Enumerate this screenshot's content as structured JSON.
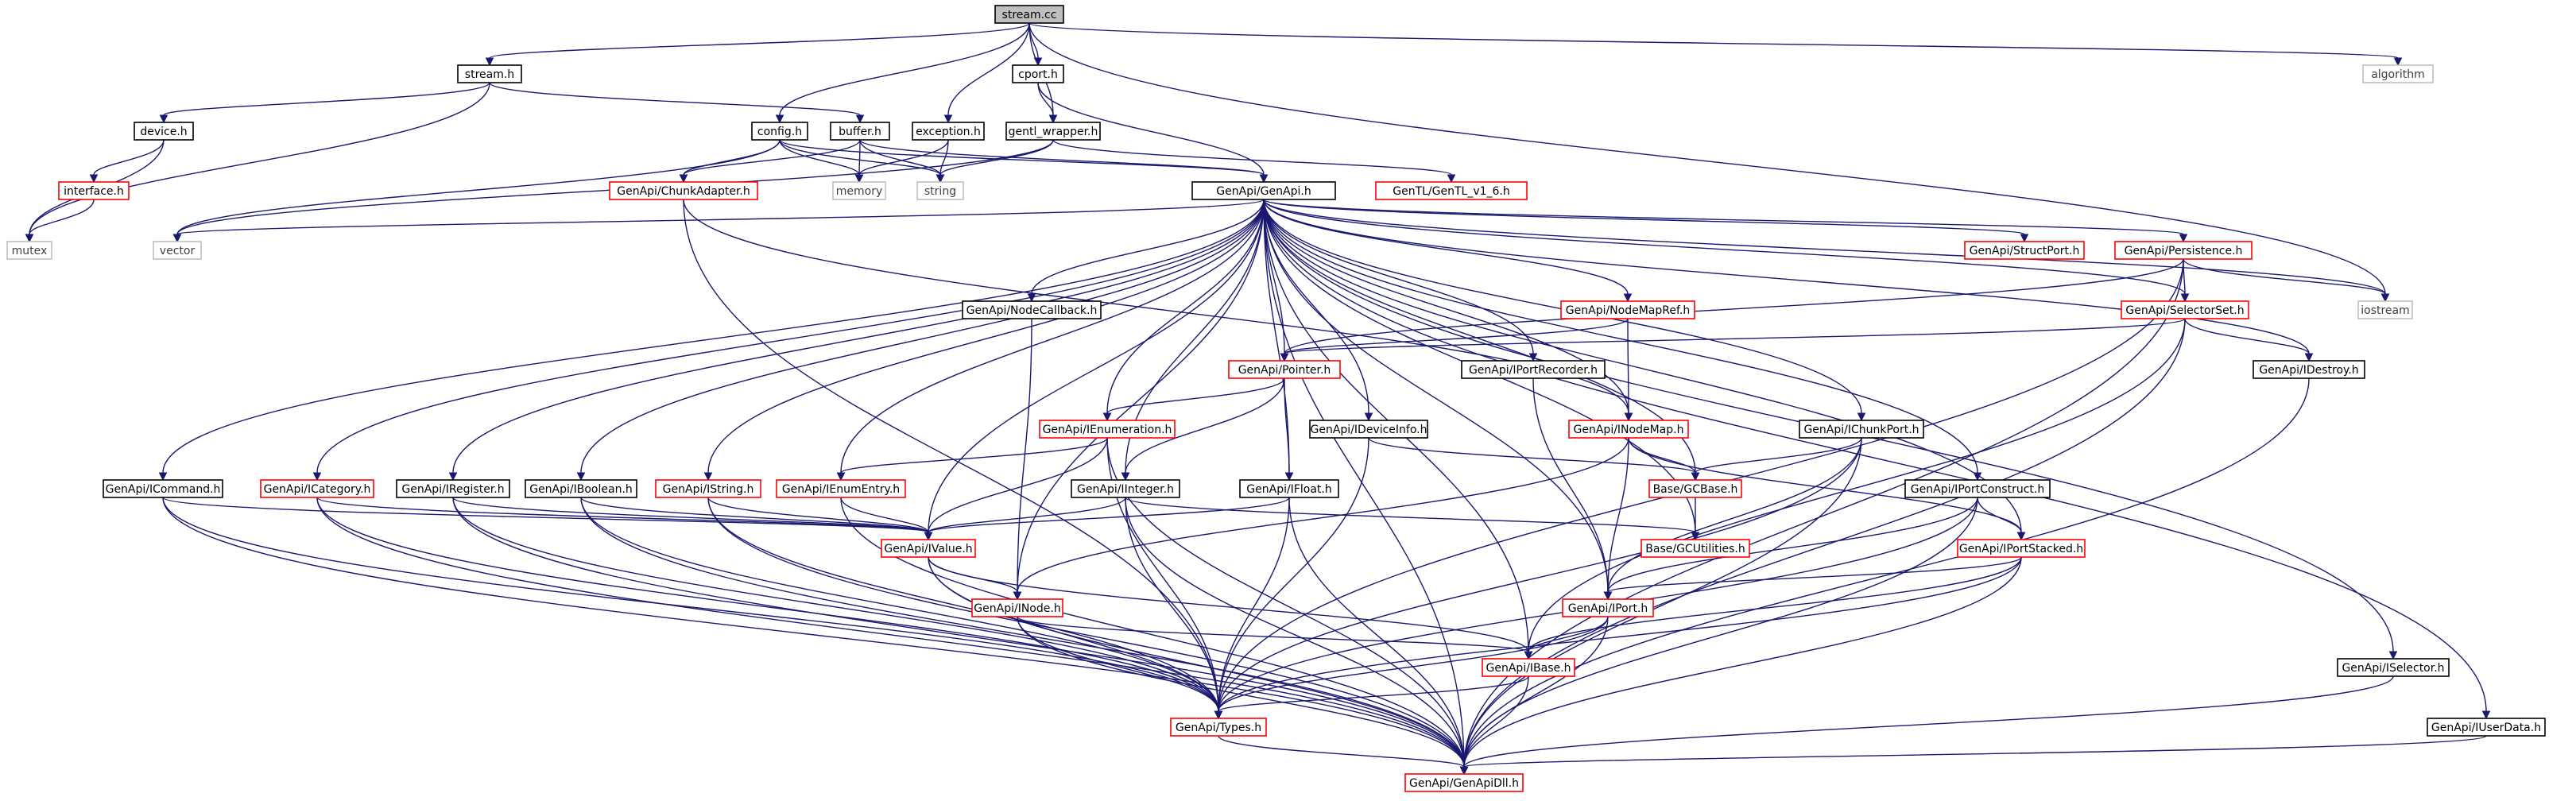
{
  "colors": {
    "edge": "#191970",
    "default_border": "#000000",
    "external_border": "#bfbfbf",
    "undocumented_border": "#ff0000",
    "root_fill": "#bfbfbf",
    "default_text": "#000000",
    "external_text": "#404040"
  },
  "nodes": [
    {
      "id": "stream_cc",
      "label": "stream.cc",
      "kind": "root"
    },
    {
      "id": "stream_h",
      "label": "stream.h",
      "kind": "doc"
    },
    {
      "id": "config_h",
      "label": "config.h",
      "kind": "doc"
    },
    {
      "id": "exception_h",
      "label": "exception.h",
      "kind": "doc"
    },
    {
      "id": "cport_h",
      "label": "cport.h",
      "kind": "doc"
    },
    {
      "id": "gentl_wrapper_h",
      "label": "gentl_wrapper.h",
      "kind": "doc"
    },
    {
      "id": "algorithm",
      "label": "algorithm",
      "kind": "ext"
    },
    {
      "id": "device_h",
      "label": "device.h",
      "kind": "doc"
    },
    {
      "id": "buffer_h",
      "label": "buffer.h",
      "kind": "doc"
    },
    {
      "id": "interface_h",
      "label": "interface.h",
      "kind": "red"
    },
    {
      "id": "mutex",
      "label": "mutex",
      "kind": "ext"
    },
    {
      "id": "memory",
      "label": "memory",
      "kind": "ext"
    },
    {
      "id": "string",
      "label": "string",
      "kind": "ext"
    },
    {
      "id": "chunkadapter",
      "label": "GenApi/ChunkAdapter.h",
      "kind": "red"
    },
    {
      "id": "genapi_h",
      "label": "GenApi/GenApi.h",
      "kind": "doc"
    },
    {
      "id": "gentl_h",
      "label": "GenTL/GenTL_v1_6.h",
      "kind": "red"
    },
    {
      "id": "vector",
      "label": "vector",
      "kind": "ext"
    },
    {
      "id": "structport",
      "label": "GenApi/StructPort.h",
      "kind": "red"
    },
    {
      "id": "persistence",
      "label": "GenApi/Persistence.h",
      "kind": "red"
    },
    {
      "id": "iostream",
      "label": "iostream",
      "kind": "ext"
    },
    {
      "id": "nodecallback",
      "label": "GenApi/NodeCallback.h",
      "kind": "doc"
    },
    {
      "id": "nodemapref",
      "label": "GenApi/NodeMapRef.h",
      "kind": "red"
    },
    {
      "id": "selectorset",
      "label": "GenApi/SelectorSet.h",
      "kind": "red"
    },
    {
      "id": "pointer",
      "label": "GenApi/Pointer.h",
      "kind": "red"
    },
    {
      "id": "iportrecorder",
      "label": "GenApi/IPortRecorder.h",
      "kind": "doc"
    },
    {
      "id": "idestroy",
      "label": "GenApi/IDestroy.h",
      "kind": "doc"
    },
    {
      "id": "ienumeration",
      "label": "GenApi/IEnumeration.h",
      "kind": "red"
    },
    {
      "id": "ideviceinfo",
      "label": "GenApi/IDeviceInfo.h",
      "kind": "doc"
    },
    {
      "id": "inodemap",
      "label": "GenApi/INodeMap.h",
      "kind": "red"
    },
    {
      "id": "ichunkport",
      "label": "GenApi/IChunkPort.h",
      "kind": "doc"
    },
    {
      "id": "icommand",
      "label": "GenApi/ICommand.h",
      "kind": "doc"
    },
    {
      "id": "icategory",
      "label": "GenApi/ICategory.h",
      "kind": "red"
    },
    {
      "id": "iregister",
      "label": "GenApi/IRegister.h",
      "kind": "doc"
    },
    {
      "id": "iboolean",
      "label": "GenApi/IBoolean.h",
      "kind": "doc"
    },
    {
      "id": "istring",
      "label": "GenApi/IString.h",
      "kind": "red"
    },
    {
      "id": "ienumentry",
      "label": "GenApi/IEnumEntry.h",
      "kind": "red"
    },
    {
      "id": "iinteger",
      "label": "GenApi/IInteger.h",
      "kind": "doc"
    },
    {
      "id": "ifloat",
      "label": "GenApi/IFloat.h",
      "kind": "doc"
    },
    {
      "id": "gcbase",
      "label": "Base/GCBase.h",
      "kind": "red"
    },
    {
      "id": "iportconstruct",
      "label": "GenApi/IPortConstruct.h",
      "kind": "doc"
    },
    {
      "id": "ivalue",
      "label": "GenApi/IValue.h",
      "kind": "red"
    },
    {
      "id": "gcutilities",
      "label": "Base/GCUtilities.h",
      "kind": "red"
    },
    {
      "id": "iportstacked",
      "label": "GenApi/IPortStacked.h",
      "kind": "red"
    },
    {
      "id": "inode",
      "label": "GenApi/INode.h",
      "kind": "red"
    },
    {
      "id": "iport",
      "label": "GenApi/IPort.h",
      "kind": "red"
    },
    {
      "id": "ibase",
      "label": "GenApi/IBase.h",
      "kind": "red"
    },
    {
      "id": "iselector",
      "label": "GenApi/ISelector.h",
      "kind": "doc"
    },
    {
      "id": "types",
      "label": "GenApi/Types.h",
      "kind": "red"
    },
    {
      "id": "iuserdata",
      "label": "GenApi/IUserData.h",
      "kind": "doc"
    },
    {
      "id": "genapidll",
      "label": "GenApi/GenApiDll.h",
      "kind": "red"
    }
  ],
  "edges": [
    [
      "stream_cc",
      "stream_h"
    ],
    [
      "stream_cc",
      "config_h"
    ],
    [
      "stream_cc",
      "exception_h"
    ],
    [
      "stream_cc",
      "cport_h"
    ],
    [
      "stream_cc",
      "gentl_wrapper_h"
    ],
    [
      "stream_cc",
      "algorithm"
    ],
    [
      "stream_cc",
      "iostream"
    ],
    [
      "stream_h",
      "device_h"
    ],
    [
      "stream_h",
      "buffer_h"
    ],
    [
      "stream_h",
      "mutex"
    ],
    [
      "device_h",
      "interface_h"
    ],
    [
      "device_h",
      "mutex"
    ],
    [
      "interface_h",
      "mutex"
    ],
    [
      "config_h",
      "memory"
    ],
    [
      "config_h",
      "string"
    ],
    [
      "config_h",
      "chunkadapter"
    ],
    [
      "config_h",
      "genapi_h"
    ],
    [
      "config_h",
      "vector"
    ],
    [
      "buffer_h",
      "memory"
    ],
    [
      "buffer_h",
      "string"
    ],
    [
      "buffer_h",
      "chunkadapter"
    ],
    [
      "buffer_h",
      "genapi_h"
    ],
    [
      "exception_h",
      "memory"
    ],
    [
      "exception_h",
      "string"
    ],
    [
      "cport_h",
      "gentl_wrapper_h"
    ],
    [
      "cport_h",
      "genapi_h"
    ],
    [
      "gentl_wrapper_h",
      "string"
    ],
    [
      "gentl_wrapper_h",
      "vector"
    ],
    [
      "gentl_wrapper_h",
      "gentl_h"
    ],
    [
      "chunkadapter",
      "types"
    ],
    [
      "chunkadapter",
      "inodemap"
    ],
    [
      "genapi_h",
      "vector"
    ],
    [
      "genapi_h",
      "structport"
    ],
    [
      "genapi_h",
      "persistence"
    ],
    [
      "genapi_h",
      "iostream"
    ],
    [
      "genapi_h",
      "nodecallback"
    ],
    [
      "genapi_h",
      "nodemapref"
    ],
    [
      "genapi_h",
      "selectorset"
    ],
    [
      "genapi_h",
      "pointer"
    ],
    [
      "genapi_h",
      "iportrecorder"
    ],
    [
      "genapi_h",
      "idestroy"
    ],
    [
      "genapi_h",
      "ienumeration"
    ],
    [
      "genapi_h",
      "ideviceinfo"
    ],
    [
      "genapi_h",
      "inodemap"
    ],
    [
      "genapi_h",
      "ichunkport"
    ],
    [
      "genapi_h",
      "icommand"
    ],
    [
      "genapi_h",
      "icategory"
    ],
    [
      "genapi_h",
      "iregister"
    ],
    [
      "genapi_h",
      "iboolean"
    ],
    [
      "genapi_h",
      "istring"
    ],
    [
      "genapi_h",
      "ienumentry"
    ],
    [
      "genapi_h",
      "iinteger"
    ],
    [
      "genapi_h",
      "ifloat"
    ],
    [
      "genapi_h",
      "gcbase"
    ],
    [
      "genapi_h",
      "iportconstruct"
    ],
    [
      "genapi_h",
      "ivalue"
    ],
    [
      "genapi_h",
      "gcutilities"
    ],
    [
      "genapi_h",
      "iportstacked"
    ],
    [
      "genapi_h",
      "inode"
    ],
    [
      "genapi_h",
      "iport"
    ],
    [
      "genapi_h",
      "ibase"
    ],
    [
      "genapi_h",
      "iselector"
    ],
    [
      "genapi_h",
      "iuserdata"
    ],
    [
      "genapi_h",
      "genapidll"
    ],
    [
      "persistence",
      "iostream"
    ],
    [
      "persistence",
      "selectorset"
    ],
    [
      "persistence",
      "pointer"
    ],
    [
      "persistence",
      "types"
    ],
    [
      "persistence",
      "genapidll"
    ],
    [
      "selectorset",
      "idestroy"
    ],
    [
      "selectorset",
      "pointer"
    ],
    [
      "selectorset",
      "ibase"
    ],
    [
      "selectorset",
      "genapidll"
    ],
    [
      "nodemapref",
      "pointer"
    ],
    [
      "nodemapref",
      "inodemap"
    ],
    [
      "nodecallback",
      "inode"
    ],
    [
      "pointer",
      "ienumeration"
    ],
    [
      "pointer",
      "iinteger"
    ],
    [
      "pointer",
      "ifloat"
    ],
    [
      "iportrecorder",
      "iport"
    ],
    [
      "idestroy",
      "genapidll"
    ],
    [
      "ienumeration",
      "ienumentry"
    ],
    [
      "ienumeration",
      "ivalue"
    ],
    [
      "ienumeration",
      "types"
    ],
    [
      "ienumeration",
      "genapidll"
    ],
    [
      "ideviceinfo",
      "gcbase"
    ],
    [
      "ideviceinfo",
      "types"
    ],
    [
      "inodemap",
      "gcbase"
    ],
    [
      "inodemap",
      "inode"
    ],
    [
      "inodemap",
      "iport"
    ],
    [
      "inodemap",
      "iportstacked"
    ],
    [
      "ichunkport",
      "gcbase"
    ],
    [
      "ichunkport",
      "iport"
    ],
    [
      "ichunkport",
      "types"
    ],
    [
      "ichunkport",
      "genapidll"
    ],
    [
      "icommand",
      "ivalue"
    ],
    [
      "icommand",
      "types"
    ],
    [
      "icommand",
      "genapidll"
    ],
    [
      "icategory",
      "ivalue"
    ],
    [
      "icategory",
      "types"
    ],
    [
      "icategory",
      "genapidll"
    ],
    [
      "iregister",
      "ivalue"
    ],
    [
      "iregister",
      "types"
    ],
    [
      "iregister",
      "genapidll"
    ],
    [
      "iboolean",
      "ivalue"
    ],
    [
      "iboolean",
      "types"
    ],
    [
      "iboolean",
      "genapidll"
    ],
    [
      "istring",
      "ivalue"
    ],
    [
      "istring",
      "types"
    ],
    [
      "istring",
      "genapidll"
    ],
    [
      "ienumentry",
      "ivalue"
    ],
    [
      "ienumentry",
      "genapidll"
    ],
    [
      "iinteger",
      "ivalue"
    ],
    [
      "iinteger",
      "gcutilities"
    ],
    [
      "iinteger",
      "types"
    ],
    [
      "iinteger",
      "genapidll"
    ],
    [
      "ifloat",
      "ivalue"
    ],
    [
      "ifloat",
      "types"
    ],
    [
      "ifloat",
      "genapidll"
    ],
    [
      "gcbase",
      "gcutilities"
    ],
    [
      "iportconstruct",
      "iportstacked"
    ],
    [
      "iportconstruct",
      "iport"
    ],
    [
      "iportconstruct",
      "types"
    ],
    [
      "iportconstruct",
      "genapidll"
    ],
    [
      "ivalue",
      "inode"
    ],
    [
      "ivalue",
      "ibase"
    ],
    [
      "ivalue",
      "types"
    ],
    [
      "ivalue",
      "genapidll"
    ],
    [
      "iportstacked",
      "iport"
    ],
    [
      "iportstacked",
      "ibase"
    ],
    [
      "iportstacked",
      "types"
    ],
    [
      "iportstacked",
      "genapidll"
    ],
    [
      "inode",
      "ibase"
    ],
    [
      "inode",
      "types"
    ],
    [
      "inode",
      "genapidll"
    ],
    [
      "iport",
      "ibase"
    ],
    [
      "iport",
      "types"
    ],
    [
      "iport",
      "genapidll"
    ],
    [
      "ibase",
      "types"
    ],
    [
      "ibase",
      "genapidll"
    ],
    [
      "iselector",
      "genapidll"
    ],
    [
      "iuserdata",
      "genapidll"
    ],
    [
      "types",
      "genapidll"
    ]
  ]
}
